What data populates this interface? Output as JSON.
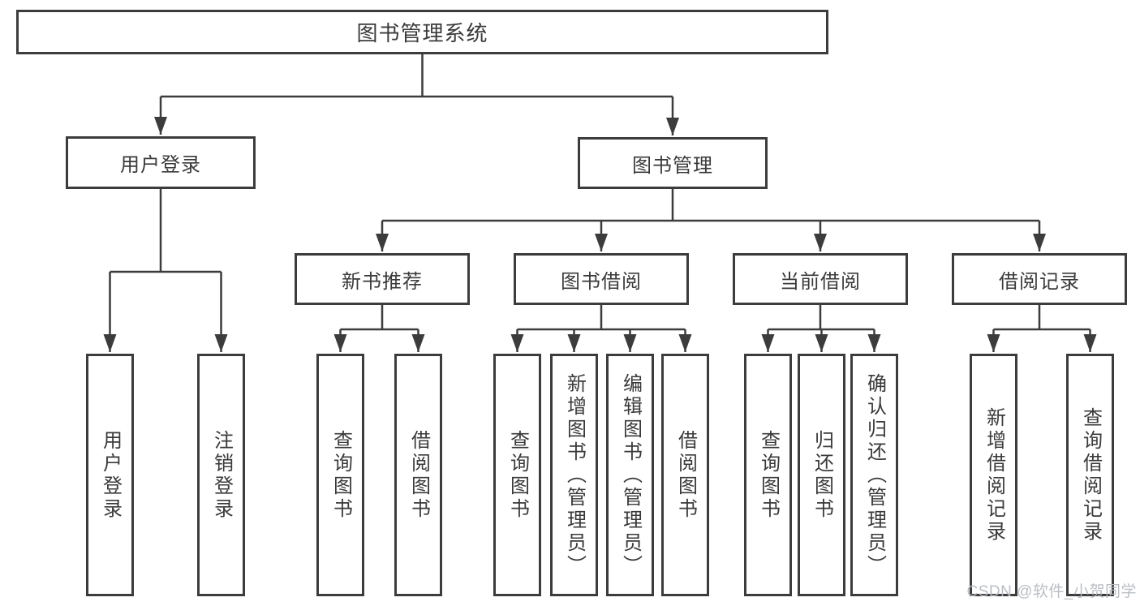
{
  "diagram": {
    "root": {
      "label": "图书管理系统"
    },
    "branches": [
      {
        "label": "用户登录",
        "children": [
          {
            "label": "用户登录"
          },
          {
            "label": "注销登录"
          }
        ]
      },
      {
        "label": "图书管理",
        "children": [
          {
            "label": "新书推荐",
            "children": [
              {
                "label": "查询图书"
              },
              {
                "label": "借阅图书"
              }
            ]
          },
          {
            "label": "图书借阅",
            "children": [
              {
                "label": "查询图书"
              },
              {
                "label": "新增图书（管理员）"
              },
              {
                "label": "编辑图书（管理员）"
              },
              {
                "label": "借阅图书"
              }
            ]
          },
          {
            "label": "当前借阅",
            "children": [
              {
                "label": "查询图书"
              },
              {
                "label": "归还图书"
              },
              {
                "label": "确认归还（管理员）"
              }
            ]
          },
          {
            "label": "借阅记录",
            "children": [
              {
                "label": "新增借阅记录"
              },
              {
                "label": "查询借阅记录"
              }
            ]
          }
        ]
      }
    ]
  },
  "watermark": {
    "text": "CSDN @软件_小贺同学"
  },
  "colors": {
    "line": "#3c3c3c",
    "text": "#3a3a3a",
    "watermark": "#b5b9bf",
    "background": "#ffffff"
  }
}
